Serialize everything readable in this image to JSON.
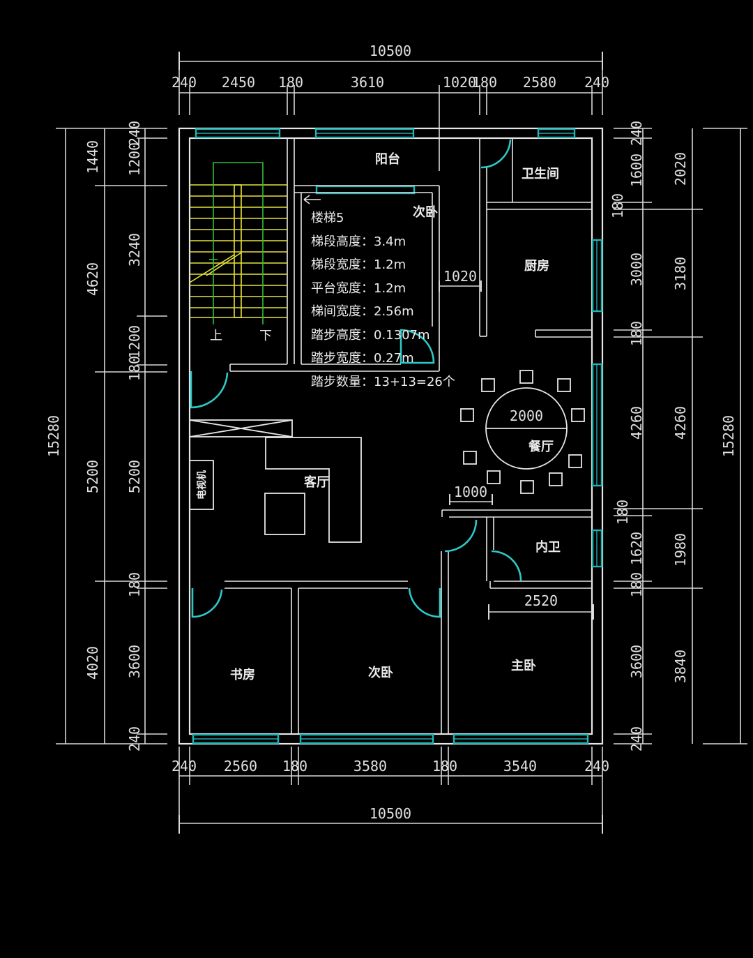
{
  "dimensions": {
    "top_total": "10500",
    "top_segments": [
      "240",
      "2450",
      "180",
      "3610",
      "1020",
      "180",
      "2580",
      "240"
    ],
    "bottom_total": "10500",
    "bottom_segments": [
      "240",
      "2560",
      "180",
      "3580",
      "180",
      "3540",
      "240"
    ],
    "left_total": "15280",
    "left_outer": [
      "1440",
      "4620",
      "5200",
      "4020"
    ],
    "left_inner": [
      "240",
      "1200",
      "3240",
      "1200",
      "180",
      "5200",
      "180",
      "3600",
      "240"
    ],
    "right_total": "15280",
    "right_outer": [
      "2020",
      "3180",
      "4260",
      "1980",
      "3840"
    ],
    "right_inner": [
      "240",
      "1600",
      "180",
      "3000",
      "180",
      "4260",
      "180",
      "1620",
      "180",
      "3600",
      "240"
    ],
    "interior": [
      "1020",
      "2000",
      "1000",
      "2520"
    ]
  },
  "rooms": {
    "balcony": "阳台",
    "toilet": "卫生间",
    "second_bedroom_top": "次卧",
    "kitchen": "厨房",
    "dining": "餐厅",
    "living": "客厅",
    "tv": "电视机",
    "inner_bath": "内卫",
    "study": "书房",
    "second_bedroom": "次卧",
    "master_bedroom": "主卧"
  },
  "stair": {
    "up": "上",
    "down": "下"
  },
  "stair_info": [
    "楼梯5",
    "梯段高度：3.4m",
    "梯段宽度：1.2m",
    "平台宽度：1.2m",
    "梯间宽度：2.56m",
    "踏步高度：0.1307m",
    "踏步宽度：0.27m",
    "踏步数量：13+13=26个"
  ],
  "colors": {
    "background": "#000000",
    "wall": "#e6e6e6",
    "window": "#1fb3b3",
    "door": "#2fc8c8",
    "stair": "#e8e23a",
    "stair_arrow": "#2fbf3a"
  }
}
